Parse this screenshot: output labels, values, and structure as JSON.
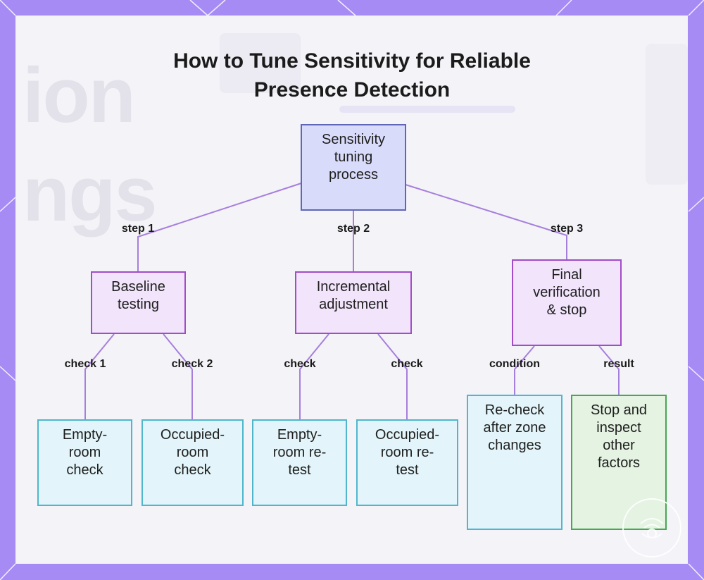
{
  "title_lines": [
    "How to Tune Sensitivity for Reliable",
    "Presence Detection"
  ],
  "nodes": {
    "root": "Sensitivity\ntuning\nprocess",
    "baseline": "Baseline\ntesting",
    "incremental": "Incremental\nadjustment",
    "final": "Final\nverification\n& stop",
    "empty_check": "Empty-\nroom\ncheck",
    "occupied_check": "Occupied-\nroom\ncheck",
    "empty_retest": "Empty-\nroom re-\ntest",
    "occupied_retest": "Occupied-\nroom re-\ntest",
    "recheck_zone": "Re-check\nafter zone\nchanges",
    "stop_inspect": "Stop and\ninspect\nother\nfactors"
  },
  "edge_labels": {
    "step1": "step 1",
    "step2": "step 2",
    "step3": "step 3",
    "check1": "check 1",
    "check2": "check 2",
    "check_a": "check",
    "check_b": "check",
    "condition": "condition",
    "result": "result"
  },
  "colors": {
    "frame": "#a68bf5",
    "connector": "#a67fdc",
    "root_fill": "#d9dbfb",
    "step_fill": "#f1e4fb",
    "leaf_fill": "#e3f5fa",
    "result_fill": "#e4f3e2"
  }
}
